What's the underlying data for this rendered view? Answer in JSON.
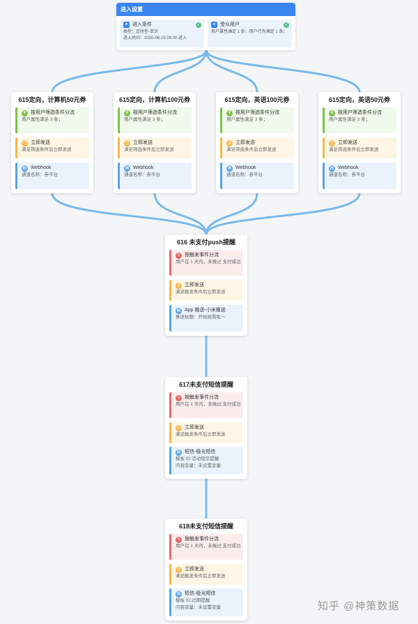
{
  "top": {
    "header": "进入设置",
    "entry": {
      "title": "进入条件",
      "lines": [
        "类型：定时型-单次",
        "进入时间：2020-06-15 09:00 进入"
      ]
    },
    "audience": {
      "title": "受众用户",
      "lines": [
        "用户属性满足 1 条；用户行为满足 1 条；"
      ]
    }
  },
  "branches": [
    {
      "title": "615定向，计算机50元券",
      "blocks": [
        {
          "title": "按用户筛选条件分流",
          "desc": "用户属性满足 3 条；"
        },
        {
          "title": "立即发送",
          "desc": "满足筛选条件后立即发送"
        },
        {
          "title": "Webhook",
          "desc": "通道名称：券平台"
        }
      ]
    },
    {
      "title": "615定向，计算机100元券",
      "blocks": [
        {
          "title": "按用户筛选条件分流",
          "desc": "用户属性满足 3 条；"
        },
        {
          "title": "立即发送",
          "desc": "满足筛选条件后立即发送"
        },
        {
          "title": "Webhook",
          "desc": "通道名称：券平台"
        }
      ]
    },
    {
      "title": "615定向，英语100元券",
      "blocks": [
        {
          "title": "按用户筛选条件分流",
          "desc": "用户属性满足 3 条；"
        },
        {
          "title": "立即发送",
          "desc": "满足筛选条件后立即发送"
        },
        {
          "title": "Webhook",
          "desc": "通道名称：券平台"
        }
      ]
    },
    {
      "title": "615定向，英语50元券",
      "blocks": [
        {
          "title": "按用户筛选条件分流",
          "desc": "用户属性满足 3 条；"
        },
        {
          "title": "立即发送",
          "desc": "满足筛选条件后立即发送"
        },
        {
          "title": "Webhook",
          "desc": "通道名称：券平台"
        }
      ]
    }
  ],
  "steps": [
    {
      "title": "616 未支付push提醒",
      "blocks": [
        {
          "title": "按触发事件分流",
          "desc": [
            "用户在 1 天内，未做过 支付成功"
          ]
        },
        {
          "title": "立即发送",
          "desc": [
            "满足触发条件后立即发送"
          ]
        },
        {
          "title": "App 推送-小米推送",
          "desc": [
            "推送标题：开始抢购啦～"
          ]
        }
      ]
    },
    {
      "title": "617未支付短信提醒",
      "blocks": [
        {
          "title": "按触发事件分流",
          "desc": [
            "用户在 1 天内，未做过 支付成功"
          ]
        },
        {
          "title": "立即发送",
          "desc": [
            "满足触发条件后立即发送"
          ]
        },
        {
          "title": "短信-极光短信",
          "desc": [
            "模板 ID:活动短信提醒",
            "内容变量：未设置变量"
          ]
        }
      ]
    },
    {
      "title": "618未支付短信提醒",
      "blocks": [
        {
          "title": "按触发事件分流",
          "desc": [
            "用户在 1 天内，未做过 支付成功"
          ]
        },
        {
          "title": "立即发送",
          "desc": [
            "满足触发条件后立即发送"
          ]
        },
        {
          "title": "短信-极光短信",
          "desc": [
            "模板 ID:过期提醒",
            "内容变量：未设置变量"
          ]
        }
      ]
    }
  ],
  "watermark": "知乎 @神策数据",
  "colors": {
    "connector": "#79b9ea",
    "header": "#3a86f0"
  }
}
